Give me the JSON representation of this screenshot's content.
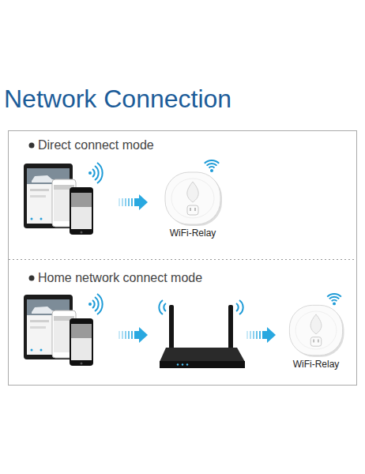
{
  "diagram": {
    "title": "Network Connection",
    "nodes": [
      {
        "text": [
          "Direct connect mode"
        ]
      },
      {
        "text": [
          "WiFi-Relay"
        ],
        "in": 0
      },
      {
        "text": [
          "Home network connect mode"
        ]
      },
      {
        "text": [
          "WiFi-Relay"
        ],
        "in": 2
      }
    ]
  }
}
